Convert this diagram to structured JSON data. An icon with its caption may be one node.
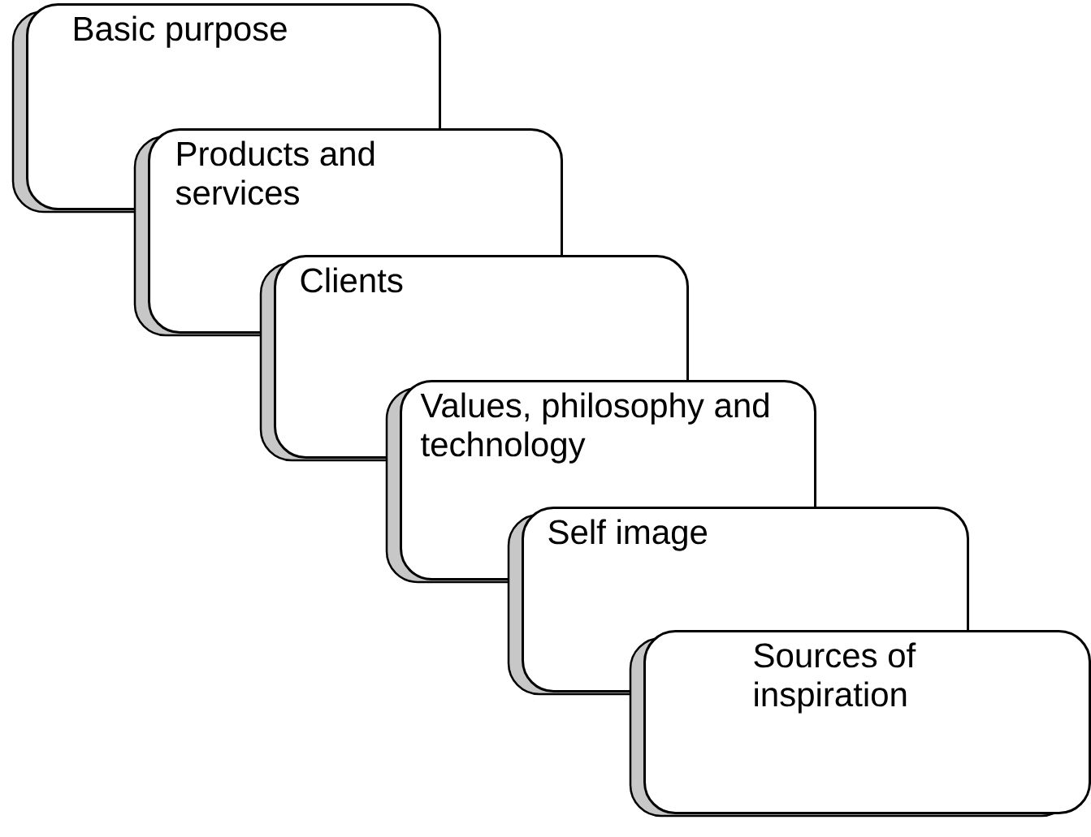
{
  "diagram": {
    "nodes": [
      {
        "text": [
          "Basic purpose"
        ]
      },
      {
        "text": [
          "Products and services"
        ]
      },
      {
        "text": [
          "Clients"
        ]
      },
      {
        "text": [
          "Values, philosophy and technology"
        ]
      },
      {
        "text": [
          "Self image"
        ]
      },
      {
        "text": [
          "Sources of inspiration"
        ]
      }
    ]
  }
}
